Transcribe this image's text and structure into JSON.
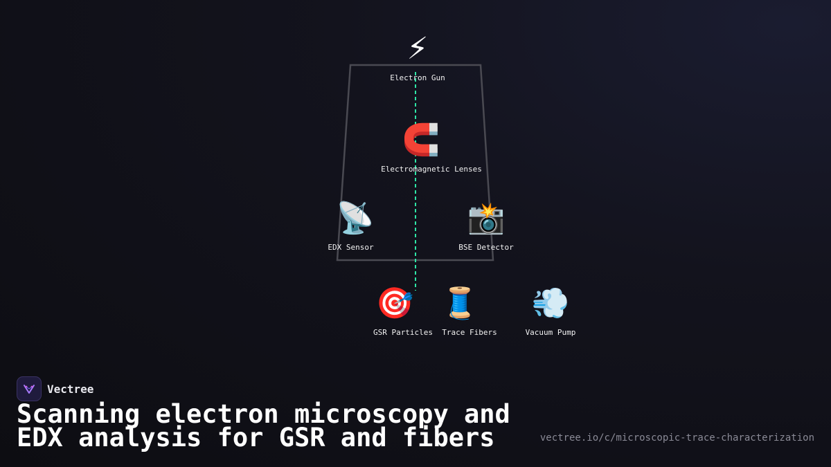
{
  "diagram": {
    "nodes": [
      {
        "id": "electron-gun",
        "label": "Electron Gun",
        "icon": "⚡",
        "icon_name": "lightning-icon"
      },
      {
        "id": "electromagnetic-lenses",
        "label": "Electromagnetic Lenses",
        "icon": "🧲",
        "icon_name": "magnet-icon"
      },
      {
        "id": "edx-sensor",
        "label": "EDX Sensor",
        "icon": "📡",
        "icon_name": "satellite-dish-icon"
      },
      {
        "id": "bse-detector",
        "label": "BSE Detector",
        "icon": "📸",
        "icon_name": "camera-flash-icon"
      },
      {
        "id": "gsr-particles",
        "label": "GSR Particles",
        "icon": "🎯",
        "icon_name": "target-icon"
      },
      {
        "id": "trace-fibers",
        "label": "Trace Fibers",
        "icon": "🧵",
        "icon_name": "thread-spool-icon"
      },
      {
        "id": "vacuum-pump",
        "label": "Vacuum Pump",
        "icon": "💨",
        "icon_name": "wind-gust-icon"
      }
    ],
    "colors": {
      "beam": "#2ee6a6",
      "chamber": "#4a4a52",
      "label": "#f2f2f2"
    }
  },
  "brand": {
    "name": "Vectree",
    "logo_icon": "vectree-logo-icon"
  },
  "title_lines": [
    "Scanning electron microscopy and",
    "EDX analysis for GSR and fibers"
  ],
  "url": "vectree.io/c/microscopic-trace-characterization"
}
